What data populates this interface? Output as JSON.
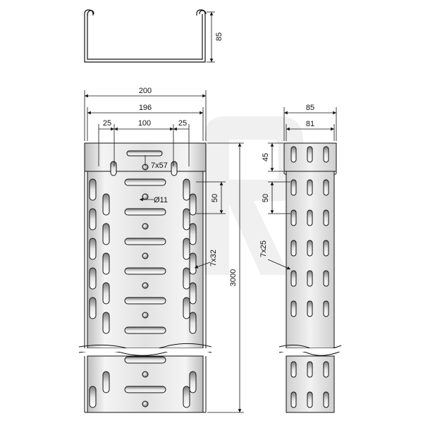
{
  "dimensions": {
    "profile_height": "85",
    "total_width": "200",
    "inner_width": "196",
    "edge_offset_left": "25",
    "center_spacing": "100",
    "edge_offset_right": "25",
    "length": "3000",
    "side_outer_height": "85",
    "side_inner_height": "81",
    "side_top_offset": "45",
    "side_pitch": "50",
    "bottom_pitch": "50"
  },
  "labels": {
    "slot_7x57": "7x57",
    "hole_d11": "Ø11",
    "slot_7x32": "7x32",
    "slot_7x25": "7x25"
  },
  "colors": {
    "line": "#111111",
    "sheet_light": "#f2f2f2",
    "sheet_mid": "#d8d8d8",
    "sheet_dark": "#9a9a9a",
    "slot_fill": "#e8e8e8"
  }
}
